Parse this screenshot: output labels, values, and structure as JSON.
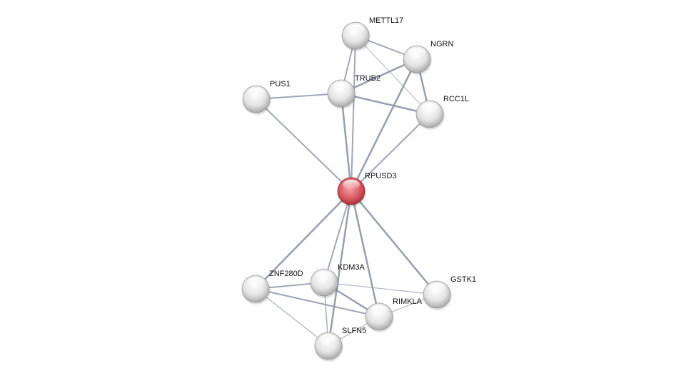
{
  "network": {
    "query_node": "RPUSD3",
    "nodes": [
      "METTL17",
      "NGRN",
      "TRUB2",
      "PUS1",
      "RCC1L",
      "RPUSD3",
      "ZNF280D",
      "KDM3A",
      "GSTK1",
      "RIMKLA",
      "SLFN5"
    ],
    "edges": [
      {
        "a": "METTL17",
        "b": "TRUB2",
        "w": 2
      },
      {
        "a": "METTL17",
        "b": "RPUSD3",
        "w": 2
      },
      {
        "a": "METTL17",
        "b": "NGRN",
        "w": 2
      },
      {
        "a": "METTL17",
        "b": "RCC1L",
        "w": 1
      },
      {
        "a": "NGRN",
        "b": "TRUB2",
        "w": 2.5
      },
      {
        "a": "NGRN",
        "b": "RCC1L",
        "w": 2.5
      },
      {
        "a": "NGRN",
        "b": "RPUSD3",
        "w": 2.5
      },
      {
        "a": "TRUB2",
        "b": "PUS1",
        "w": 2
      },
      {
        "a": "TRUB2",
        "b": "RCC1L",
        "w": 2.5
      },
      {
        "a": "TRUB2",
        "b": "RPUSD3",
        "w": 2.5
      },
      {
        "a": "PUS1",
        "b": "RPUSD3",
        "w": 2
      },
      {
        "a": "RCC1L",
        "b": "RPUSD3",
        "w": 2
      },
      {
        "a": "RPUSD3",
        "b": "ZNF280D",
        "w": 2.5
      },
      {
        "a": "RPUSD3",
        "b": "KDM3A",
        "w": 2
      },
      {
        "a": "RPUSD3",
        "b": "SLFN5",
        "w": 2.5
      },
      {
        "a": "RPUSD3",
        "b": "RIMKLA",
        "w": 2.5
      },
      {
        "a": "RPUSD3",
        "b": "GSTK1",
        "w": 2.5
      },
      {
        "a": "ZNF280D",
        "b": "KDM3A",
        "w": 2
      },
      {
        "a": "ZNF280D",
        "b": "RIMKLA",
        "w": 2
      },
      {
        "a": "ZNF280D",
        "b": "SLFN5",
        "w": 1.2
      },
      {
        "a": "KDM3A",
        "b": "GSTK1",
        "w": 1.2
      },
      {
        "a": "KDM3A",
        "b": "RIMKLA",
        "w": 2.5
      },
      {
        "a": "KDM3A",
        "b": "SLFN5",
        "w": 1.5
      },
      {
        "a": "RIMKLA",
        "b": "GSTK1",
        "w": 1.2
      },
      {
        "a": "RIMKLA",
        "b": "SLFN5",
        "w": 1.2
      }
    ]
  },
  "colors": {
    "edge": "#8f96ab",
    "node": "#e6e6e6",
    "query_node": "#d9565e"
  }
}
